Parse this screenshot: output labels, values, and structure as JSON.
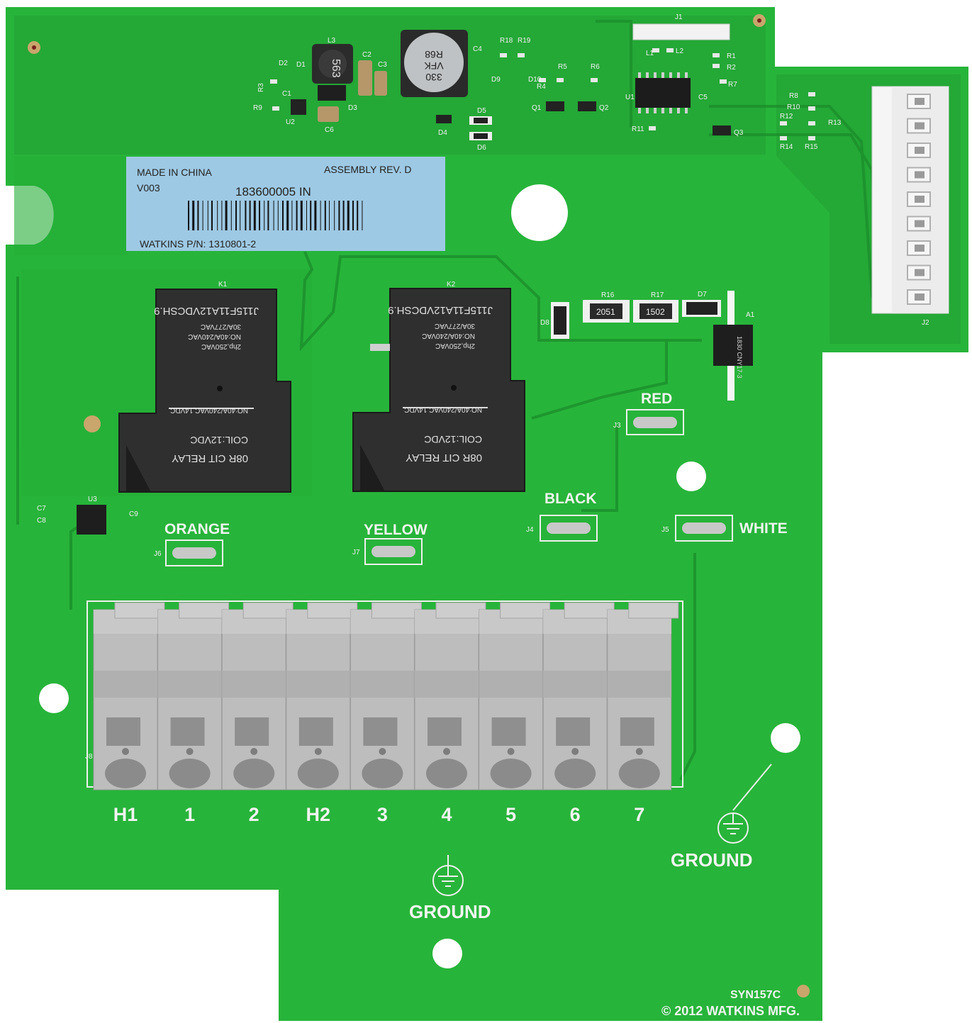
{
  "board": {
    "colors": {
      "pcb": "#27b43a",
      "pcb_dark": "#1f9a30",
      "trace": "#1c8f2c",
      "silk": "#f4f4f4",
      "relay": "#2f2f2f",
      "terminal": "#b9b9b9",
      "label": "#9ec9e4"
    }
  },
  "label": {
    "made_in": "MADE IN CHINA",
    "assembly": "ASSEMBLY  REV.  D",
    "version": "V003",
    "serial": "183600005 IN",
    "part_number": "WATKINS  P/N: 1310801-2"
  },
  "relays": [
    {
      "ref": "K1",
      "line1": "08R    CIT RELAY",
      "line2": "COIL:12VDC",
      "line3": "NO:40A/240VAC,14VDC",
      "line4": "2hp,250VAC",
      "line5": "NO:40A/240VAC",
      "line6": "30A/277VAC",
      "line7": "J115F11A12VDCSH.9"
    },
    {
      "ref": "K2",
      "line1": "08R    CIT RELAY",
      "line2": "COIL:12VDC",
      "line3": "NO:40A/240VAC,14VDC",
      "line4": "2hp,250VAC",
      "line5": "NO:40A/240VAC",
      "line6": "30A/277VAC",
      "line7": "J115F11A12VDCSH.9"
    }
  ],
  "capacitor": {
    "ref": "C4",
    "line1": "330",
    "line2": "VFK",
    "line3": "R68"
  },
  "inductor": {
    "ref": "L3",
    "value": "563"
  },
  "resistors_large": [
    {
      "ref": "R16",
      "value": "2051"
    },
    {
      "ref": "R17",
      "value": "1502"
    }
  ],
  "optocoupler": {
    "ref": "A1",
    "value": "1830 CNY17-3"
  },
  "jumpers": [
    {
      "ref": "J3",
      "color_label": "RED"
    },
    {
      "ref": "J4",
      "color_label": "BLACK"
    },
    {
      "ref": "J5",
      "color_label": "WHITE"
    },
    {
      "ref": "J6",
      "color_label": "ORANGE"
    },
    {
      "ref": "J7",
      "color_label": "YELLOW"
    }
  ],
  "terminal_block": {
    "ref": "J8",
    "terminals": [
      "H1",
      "1",
      "2",
      "H2",
      "3",
      "4",
      "5",
      "6",
      "7"
    ]
  },
  "connectors": {
    "j1": "J1",
    "j2": "J2"
  },
  "ground_labels": [
    "GROUND",
    "GROUND"
  ],
  "small_refs": {
    "top_left": [
      "R3",
      "D2",
      "D1",
      "C1",
      "R9",
      "U2",
      "D3",
      "C6",
      "C2",
      "C3",
      "L3"
    ],
    "top_mid": [
      "R18",
      "R19",
      "D9",
      "D10",
      "R4",
      "R5",
      "R6",
      "Q1",
      "Q2",
      "D5",
      "D4",
      "D6"
    ],
    "top_right": [
      "L1",
      "L2",
      "R1",
      "R2",
      "R7",
      "U1",
      "C5",
      "R11",
      "Q3",
      "R8",
      "R10",
      "R12",
      "R13",
      "R14",
      "R15"
    ],
    "mid": [
      "D8",
      "D7",
      "A1",
      "U3",
      "C7",
      "C8",
      "C9"
    ]
  },
  "footer": {
    "code": "SYN157C",
    "copyright": "© 2012  WATKINS  MFG."
  }
}
